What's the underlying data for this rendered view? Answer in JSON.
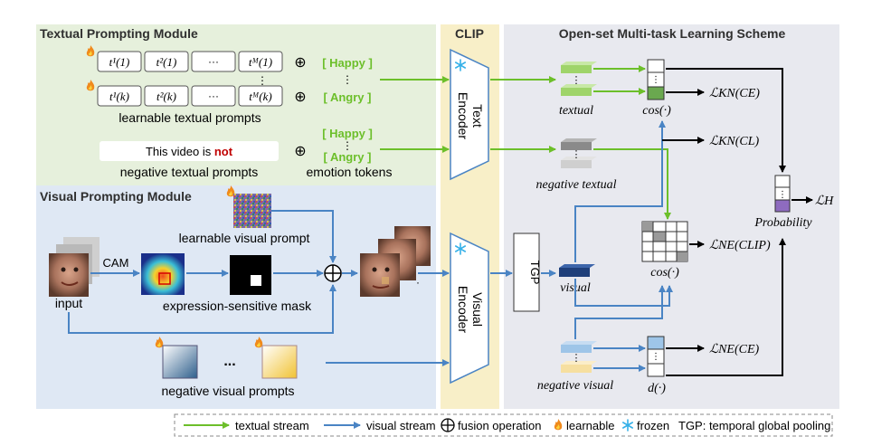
{
  "modules": {
    "textual_title": "Textual Prompting Module",
    "visual_title": "Visual Prompting Module",
    "clip_title": "CLIP",
    "openset_title": "Open-set Multi-task Learning Scheme"
  },
  "textual": {
    "row1": [
      "t¹(1)",
      "t²(1)",
      "···",
      "tᴹ(1)"
    ],
    "row2": [
      "t¹(k)",
      "t²(k)",
      "···",
      "tᴹ(k)"
    ],
    "oplus": "⊕",
    "vdots": "⋮",
    "token_happy": "[ Happy ]",
    "token_angry": "[ Angry ]",
    "learnable_label": "learnable textual prompts",
    "negative_sentence_prefix": "This video is ",
    "negative_sentence_not": "not",
    "negative_label": "negative textual prompts",
    "emotion_label": "emotion tokens"
  },
  "visual": {
    "learnable_visual_label": "learnable visual prompt",
    "cam": "CAM",
    "input": "input",
    "mask_label": "expression-sensitive mask",
    "ellipsis": "...",
    "negative_label": "negative visual prompts"
  },
  "encoders": {
    "text": "Text Encoder",
    "text_l1": "Text",
    "text_l2": "Encoder",
    "visual_l1": "Visual",
    "visual_l2": "Encoder",
    "tgp": "TGP"
  },
  "openset": {
    "textual": "textual",
    "negative_textual": "negative textual",
    "visual": "visual",
    "negative_visual": "negative visual",
    "cos1": "cos(·)",
    "cos2": "cos(·)",
    "d": "d(·)",
    "loss_kn_ce": "ℒKN(CE)",
    "loss_kn_cl": "ℒKN(CL)",
    "loss_ne_clip": "ℒNE(CLIP)",
    "loss_ne_ce": "ℒNE(CE)",
    "loss_h": "ℒH",
    "probability": "Probability"
  },
  "legend": {
    "textual_stream": "textual stream",
    "visual_stream": "visual stream",
    "fusion": "fusion operation",
    "learnable": "learnable",
    "frozen": "frozen",
    "tgp": "TGP: temporal global pooling"
  },
  "colors": {
    "green": "#6cbf2a",
    "blue": "#4a84c4",
    "textual_bg": "#e6f0dc",
    "visual_bg": "#dfe8f4",
    "clip_bg": "#f8efc8",
    "openset_bg": "#e8e9ef"
  }
}
